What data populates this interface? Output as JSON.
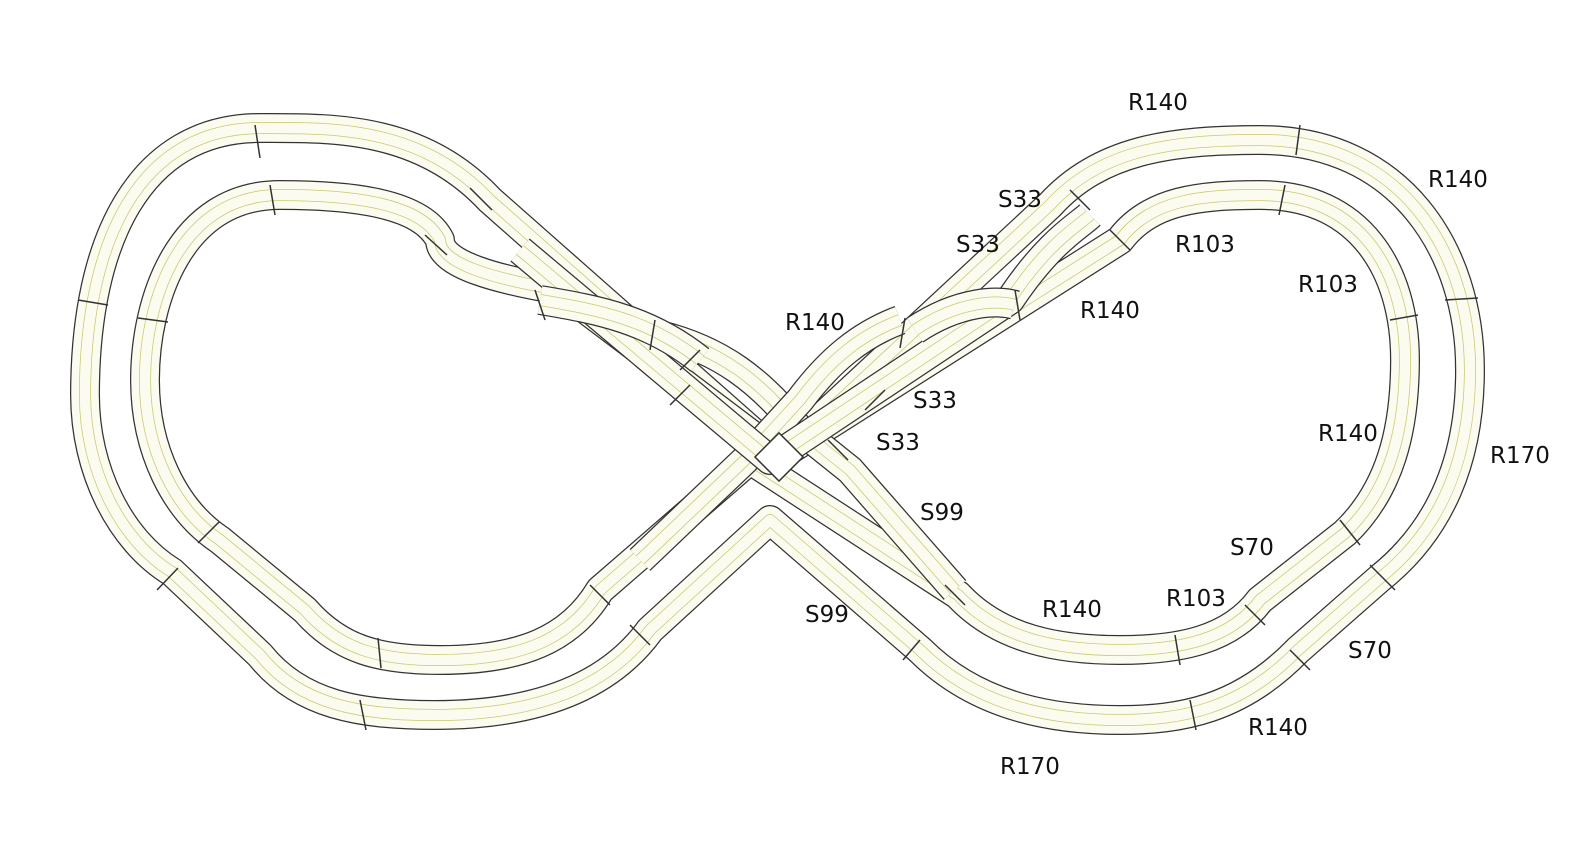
{
  "colors": {
    "background": "#ffffff",
    "tie_fill": "#fbfbef",
    "outline": "#333333",
    "rail": "#c8c870",
    "joint": "#333333",
    "label": "#111111"
  },
  "track_labels": [
    "R140",
    "R140",
    "S33",
    "S33",
    "R103",
    "R140",
    "R103",
    "R140",
    "S33",
    "S33",
    "R140",
    "R170",
    "S99",
    "S70",
    "S99",
    "R140",
    "R103",
    "S70",
    "R140",
    "R170"
  ]
}
